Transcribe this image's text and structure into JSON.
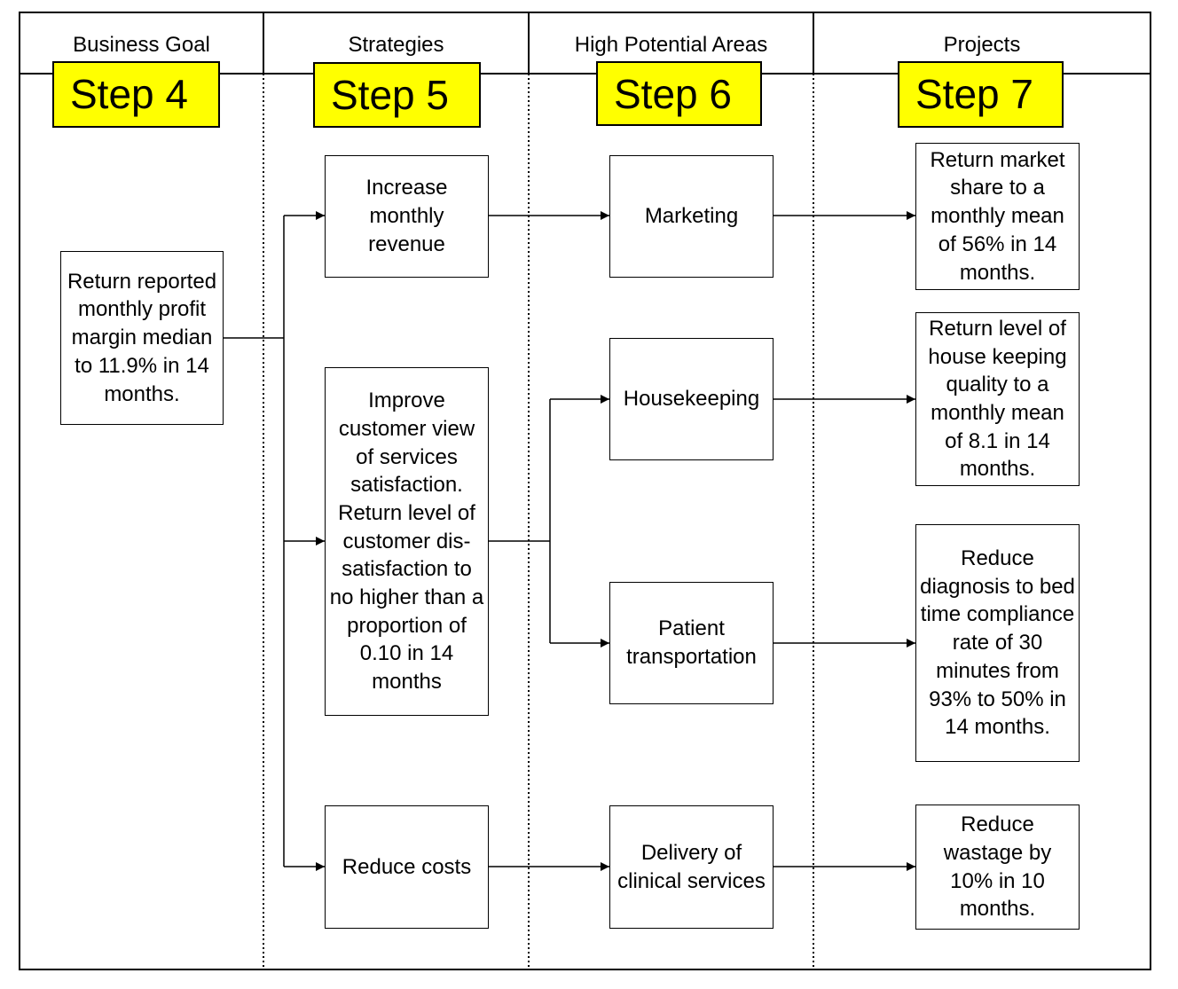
{
  "columns": [
    {
      "header": "Business Goal",
      "step": "Step 4"
    },
    {
      "header": "Strategies",
      "step": "Step 5"
    },
    {
      "header": "High Potential Areas",
      "step": "Step 6"
    },
    {
      "header": "Projects",
      "step": "Step 7"
    }
  ],
  "goal": "Return reported monthly profit margin median to 11.9% in 14 months.",
  "strategies": [
    "Increase monthly revenue",
    "Improve customer view of services satisfaction. Return level of customer dis-satisfaction to no higher than a proportion of 0.10 in 14 months",
    "Reduce costs"
  ],
  "areas": [
    "Marketing",
    "Housekeeping",
    "Patient transportation",
    "Delivery of clinical services"
  ],
  "projects": [
    "Return market share to a monthly mean of 56% in 14 months.",
    "Return level of house keeping quality to a monthly mean of 8.1 in 14 months.",
    "Reduce diagnosis to bed time compliance rate of 30 minutes from 93% to 50% in 14 months.",
    "Reduce wastage by 10% in 10 months."
  ],
  "colors": {
    "step_fill": "#ffff00",
    "line": "#000000"
  }
}
